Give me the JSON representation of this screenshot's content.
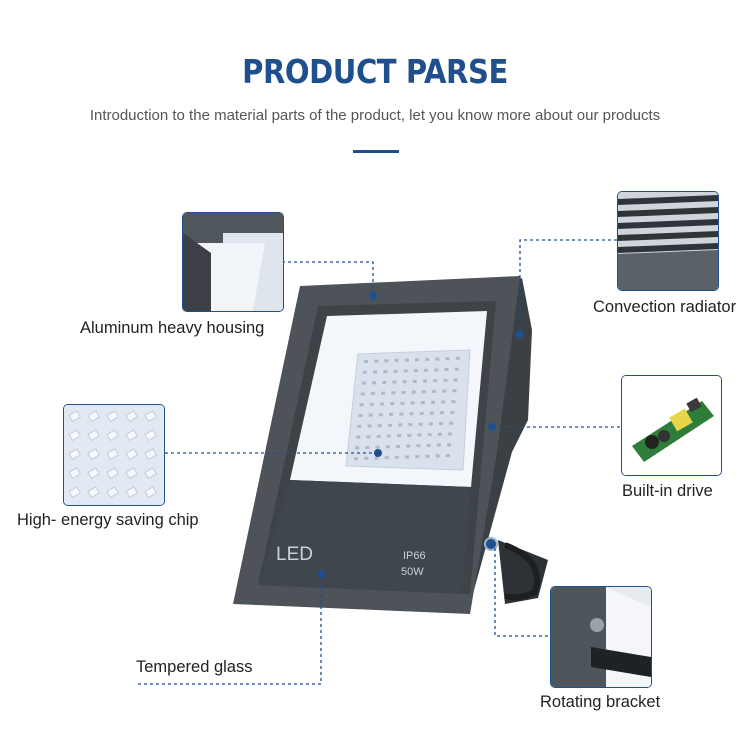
{
  "header": {
    "title": "PRODUCT PARSE",
    "subtitle": "Introduction to the material parts of the product, let you know more about our products"
  },
  "product": {
    "front_text": "LED",
    "rating_ip": "IP66",
    "rating_power": "50W"
  },
  "callouts": [
    {
      "label": "Aluminum heavy housing"
    },
    {
      "label": "High- energy saving chip"
    },
    {
      "label": "Tempered glass"
    },
    {
      "label": "Convection radiator"
    },
    {
      "label": "Built-in drive"
    },
    {
      "label": "Rotating bracket"
    }
  ],
  "colors": {
    "accent": "#1f4f8c",
    "housing": "#4d5358",
    "led_panel": "#d8e1ec"
  }
}
